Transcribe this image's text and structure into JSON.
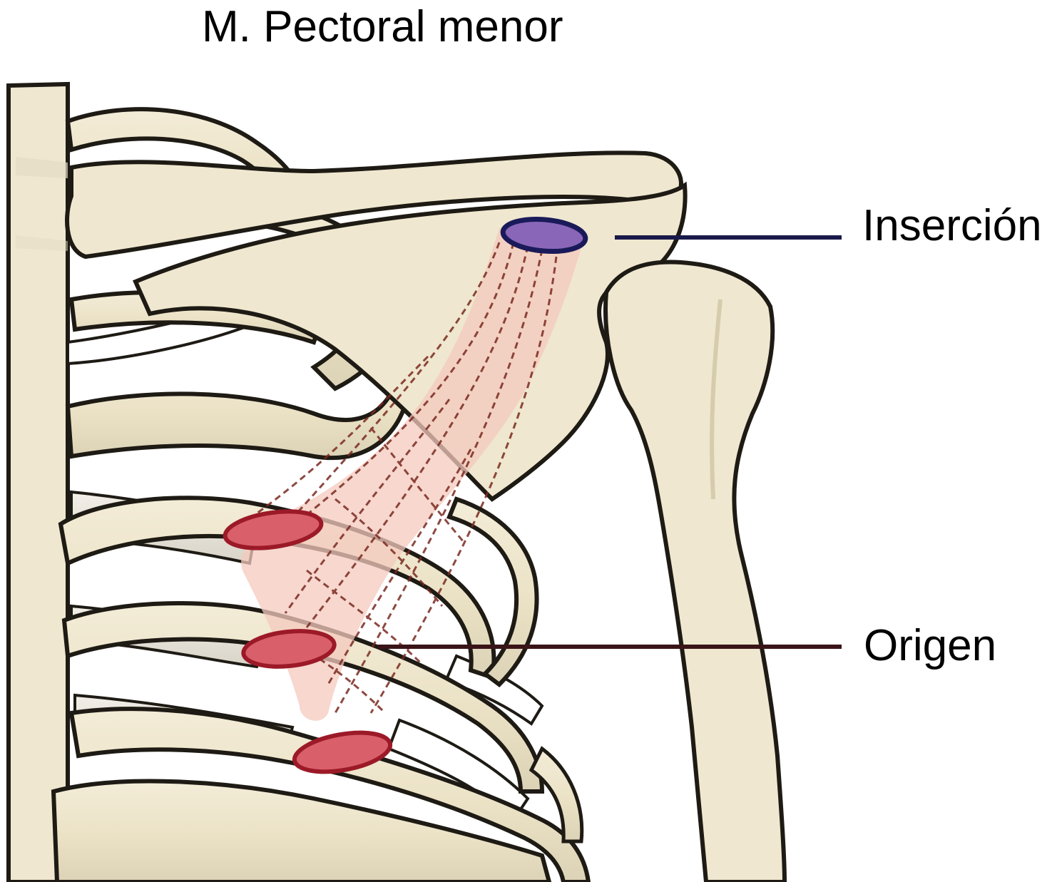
{
  "title": "M. Pectoral menor",
  "labels": {
    "insertion": "Inserción",
    "origin": "Origen"
  },
  "colors": {
    "bone_fill": "#efe7cf",
    "bone_outline": "#1e1a14",
    "muscle_fill": "#f4c9bd",
    "muscle_fibers": "#7a2a20",
    "origin_marker_fill": "#d9606a",
    "origin_marker_outline": "#9c1a28",
    "insertion_marker_fill": "#8a66b8",
    "insertion_marker_outline": "#1a1a5a",
    "insertion_leader": "#1a1a4a",
    "origin_leader": "#3a1418"
  }
}
